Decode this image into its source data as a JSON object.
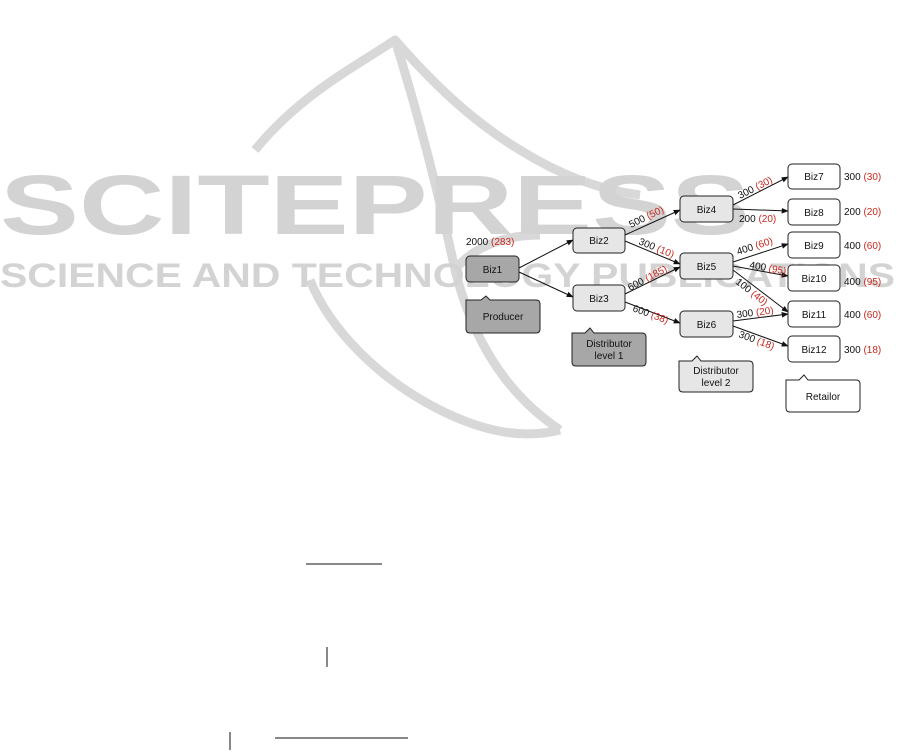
{
  "watermark": {
    "brand": "SCITEPRESS",
    "tagline": "SCIENCE AND TECHNOLOGY PUBLICATIONS",
    "color": "#d3d3d3"
  },
  "colors": {
    "dark_node": "#a7a7a7",
    "light_node": "#e6e6e6",
    "white_node": "#ffffff",
    "red_value": "#c8281e"
  },
  "nodes": {
    "biz1": "Biz1",
    "biz2": "Biz2",
    "biz3": "Biz3",
    "biz4": "Biz4",
    "biz5": "Biz5",
    "biz6": "Biz6",
    "biz7": "Biz7",
    "biz8": "Biz8",
    "biz9": "Biz9",
    "biz10": "Biz10",
    "biz11": "Biz11",
    "biz12": "Biz12"
  },
  "notes": {
    "producer": "Producer",
    "dist1_line1": "Distributor",
    "dist1_line2": "level 1",
    "dist2_line1": "Distributor",
    "dist2_line2": "level 2",
    "retailor": "Retailor"
  },
  "values": {
    "biz1": {
      "qty": "2000",
      "red": "(283)"
    },
    "biz7": {
      "qty": "300",
      "red": "(30)"
    },
    "biz8": {
      "qty": "200",
      "red": "(20)"
    },
    "biz9": {
      "qty": "400",
      "red": "(60)"
    },
    "biz10": {
      "qty": "400",
      "red": "(95)"
    },
    "biz11": {
      "qty": "400",
      "red": "(60)"
    },
    "biz12": {
      "qty": "300",
      "red": "(18)"
    }
  },
  "edges": {
    "biz2_biz4": {
      "qty": "500",
      "red": "(50)"
    },
    "biz2_biz5": {
      "qty": "300",
      "red": "(10)"
    },
    "biz3_biz5": {
      "qty": "600",
      "red": "(185)"
    },
    "biz3_biz6": {
      "qty": "600",
      "red": "(38)"
    },
    "biz4_biz7": {
      "qty": "300",
      "red": "(30)"
    },
    "biz4_biz8": {
      "qty": "200",
      "red": "(20)"
    },
    "biz5_biz9": {
      "qty": "400",
      "red": "(60)"
    },
    "biz5_biz10": {
      "qty": "400",
      "red": "(95)"
    },
    "biz5_biz11": {
      "qty": "100",
      "red": "(40)"
    },
    "biz6_biz11": {
      "qty": "300",
      "red": "(20)"
    },
    "biz6_biz12": {
      "qty": "300",
      "red": "(18)"
    }
  }
}
